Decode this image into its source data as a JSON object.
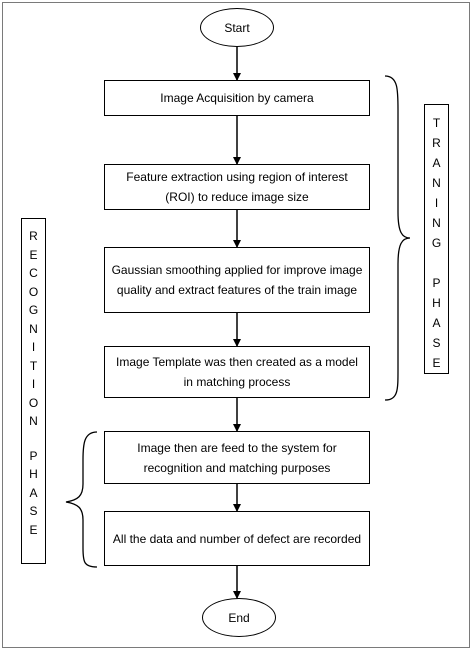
{
  "start": "Start",
  "end": "End",
  "steps": [
    "Image Acquisition by camera",
    "Feature extraction using region of interest (ROI) to reduce image size",
    "Gaussian smoothing applied for improve image quality and extract features of the train image",
    "Image Template was then created as a model in matching process",
    "Image then are feed to the system for recognition and matching purposes",
    "All the data and number of defect are recorded"
  ],
  "training_phase": {
    "word1": "TRANING",
    "word2": "PHASE"
  },
  "recognition_phase": {
    "word1": "RECOGNITION",
    "word2": "PHASE"
  }
}
